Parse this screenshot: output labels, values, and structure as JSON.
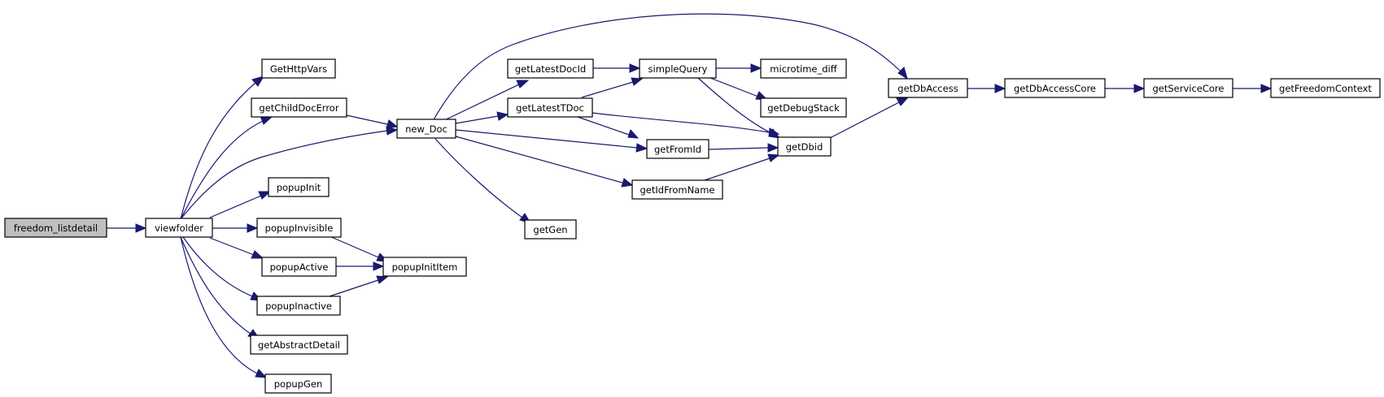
{
  "graph": {
    "nodes": {
      "freedom_listdetail": "freedom_listdetail",
      "viewfolder": "viewfolder",
      "GetHttpVars": "GetHttpVars",
      "getChildDocError": "getChildDocError",
      "popupInit": "popupInit",
      "popupInvisible": "popupInvisible",
      "popupActive": "popupActive",
      "popupInactive": "popupInactive",
      "getAbstractDetail": "getAbstractDetail",
      "popupGen": "popupGen",
      "new_Doc": "new_Doc",
      "popupInitItem": "popupInitItem",
      "getLatestDocId": "getLatestDocId",
      "getLatestTDoc": "getLatestTDoc",
      "getGen": "getGen",
      "simpleQuery": "simpleQuery",
      "getFromId": "getFromId",
      "getIdFromName": "getIdFromName",
      "microtime_diff": "microtime_diff",
      "getDebugStack": "getDebugStack",
      "getDbid": "getDbid",
      "getDbAccess": "getDbAccess",
      "getDbAccessCore": "getDbAccessCore",
      "getServiceCore": "getServiceCore",
      "getFreedomContext": "getFreedomContext"
    },
    "colors": {
      "edge": "#191970",
      "root_fill": "#bfbfbf",
      "node_fill": "#ffffff",
      "node_stroke": "#000000"
    }
  }
}
